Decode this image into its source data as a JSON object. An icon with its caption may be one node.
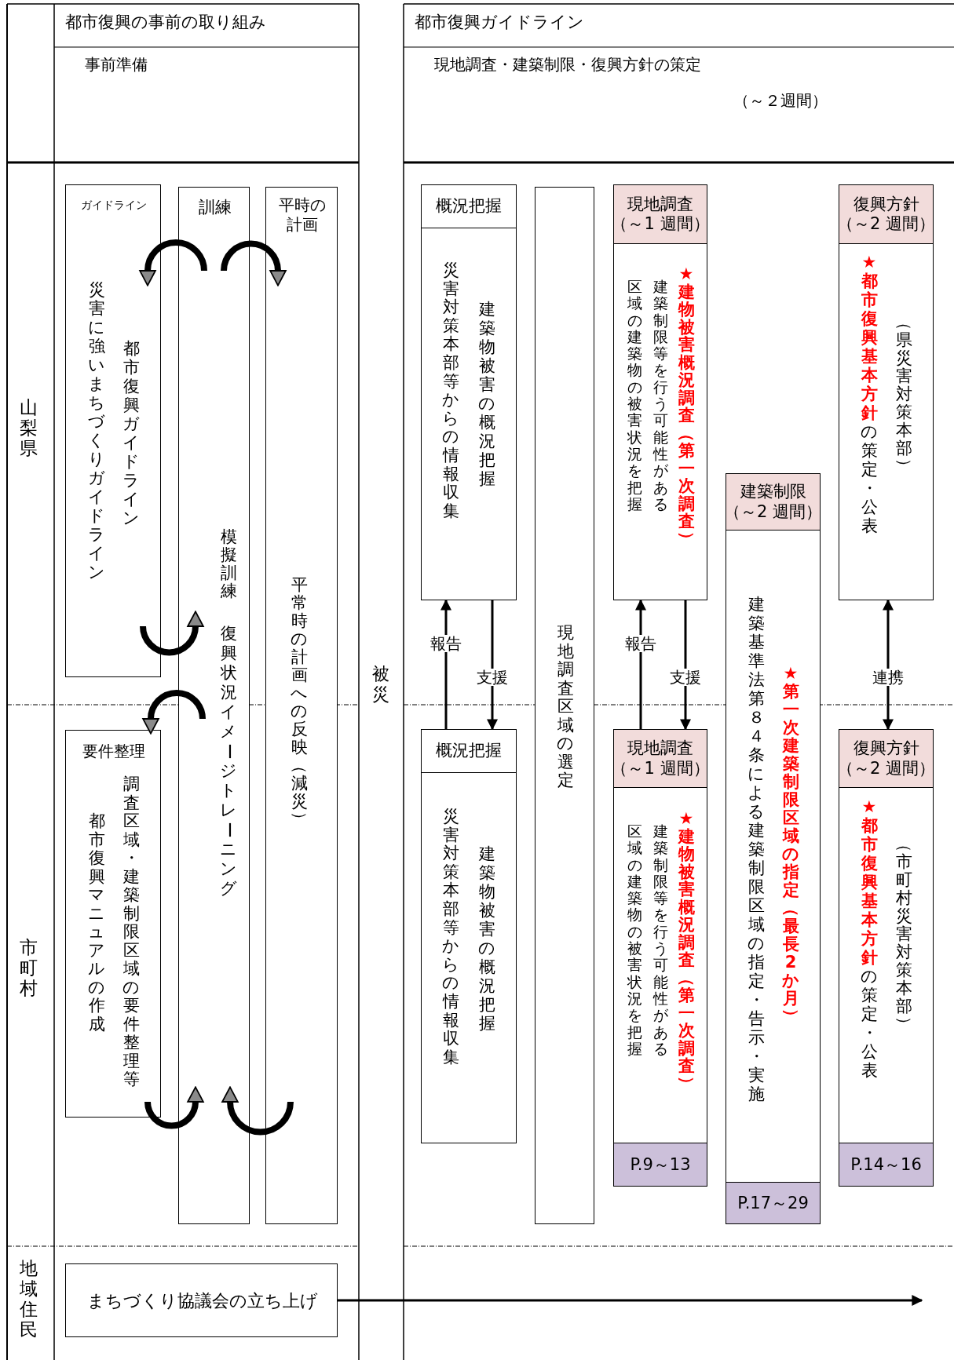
{
  "diagram": {
    "nodes": [
      {
        "text": [
          "ガイドライン",
          "災害に強いまちづくりガイドライン",
          "都市復興ガイドライン"
        ]
      },
      {
        "text": [
          "訓練",
          "模擬訓練",
          "復興状況イメージトレーニング"
        ]
      },
      {
        "text": [
          "平時の計画",
          "平常時の計画への反映（減災）"
        ]
      },
      {
        "text": [
          "要件整理",
          "都市復興マニュアルの作成",
          "調査区域・建築制限区域の要件整理等"
        ]
      },
      {
        "text": [
          "まちづくり協議会の立ち上げ"
        ]
      },
      {
        "text": [
          "概況把握",
          "災害対策本部等からの情報収集",
          "建築物被害の概況把握"
        ]
      },
      {
        "text": [
          "現地調査区域の選定"
        ]
      },
      {
        "text": [
          "現地調査",
          "（～1 週間）",
          "区域の建築物の被害状況を把握",
          "建築制限等を行う可能性がある",
          "★建物被害概況調査（第一次調査）"
        ]
      },
      {
        "text": [
          "建築制限",
          "（～2 週間）",
          "建築基準法第８４条による建築制限区域の指定・告示・実施",
          "★第一次建築制限区域の指定（最長2か月）",
          "P.17～29"
        ]
      },
      {
        "text": [
          "復興方針",
          "（～2 週間）",
          "**★都市復興基本方針**の策定・公表",
          "（県災害対策本部）"
        ]
      },
      {
        "text": [
          "概況把握",
          "災害対策本部等からの情報収集",
          "建築物被害の概況把握"
        ]
      },
      {
        "text": [
          "現地調査",
          "（～1 週間）",
          "区域の建築物の被害状況を把握",
          "建築制限等を行う可能性がある",
          "★建物被害概況調査（第一次調査）",
          "P.9～13"
        ]
      },
      {
        "text": [
          "復興方針",
          "（～2 週間）",
          "**★都市復興基本方針**の策定・公表",
          "（市町村災害対策本部）",
          "P.14～16"
        ]
      }
    ],
    "edges": [
      {
        "from": 1,
        "to": 0,
        "arrow": "to",
        "style": "thick"
      },
      {
        "from": 1,
        "to": 2,
        "arrow": "to",
        "style": "thick"
      },
      {
        "from": 0,
        "to": 1,
        "arrow": "to",
        "style": "thick"
      },
      {
        "from": 1,
        "to": 3,
        "arrow": "to",
        "style": "thick"
      },
      {
        "from": 3,
        "to": 1,
        "arrow": "to",
        "style": "thick"
      },
      {
        "from": 2,
        "to": 1,
        "arrow": "to",
        "style": "thick"
      },
      {
        "from": 10,
        "to": 5,
        "arrow": "to",
        "label": "報告"
      },
      {
        "from": 5,
        "to": 10,
        "arrow": "to",
        "label": "支援"
      },
      {
        "from": 11,
        "to": 7,
        "arrow": "to",
        "label": "報告"
      },
      {
        "from": 7,
        "to": 11,
        "arrow": "to",
        "label": "支援"
      },
      {
        "from": 9,
        "to": 12,
        "arrow": "both",
        "label": "連携"
      },
      {
        "from": 4,
        "to": null,
        "arrow": "to"
      }
    ],
    "labels": [
      "都市復興の事前の取り組み",
      "事前準備",
      "都市復興ガイドライン",
      "現地調査・建築制限・復興方針の策定",
      "（～２週間）",
      "山梨県",
      "被災",
      "市町村",
      "地域住民"
    ]
  }
}
